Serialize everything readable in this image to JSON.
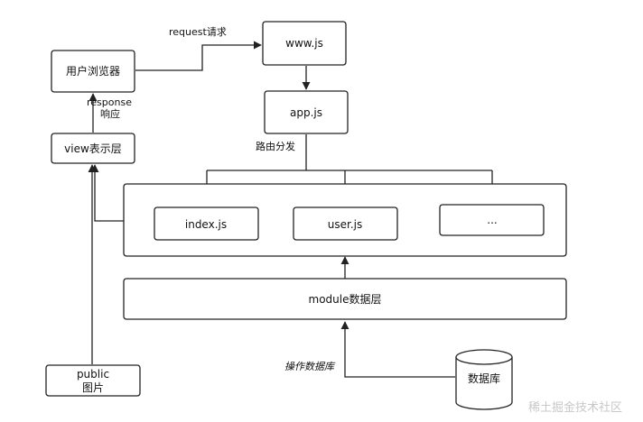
{
  "nodes": {
    "browser": "用户浏览器",
    "www": "www.js",
    "app": "app.js",
    "view": "view表示层",
    "index": "index.js",
    "user": "user.js",
    "more": "...",
    "module": "module数据层",
    "public_line1": "public",
    "public_line2": "图片",
    "database": "数据库"
  },
  "edges": {
    "request": "request请求",
    "response_line1": "response",
    "response_line2": "响应",
    "routing": "路由分发",
    "db_op": "操作数据库"
  },
  "watermark": "稀土掘金技术社区"
}
